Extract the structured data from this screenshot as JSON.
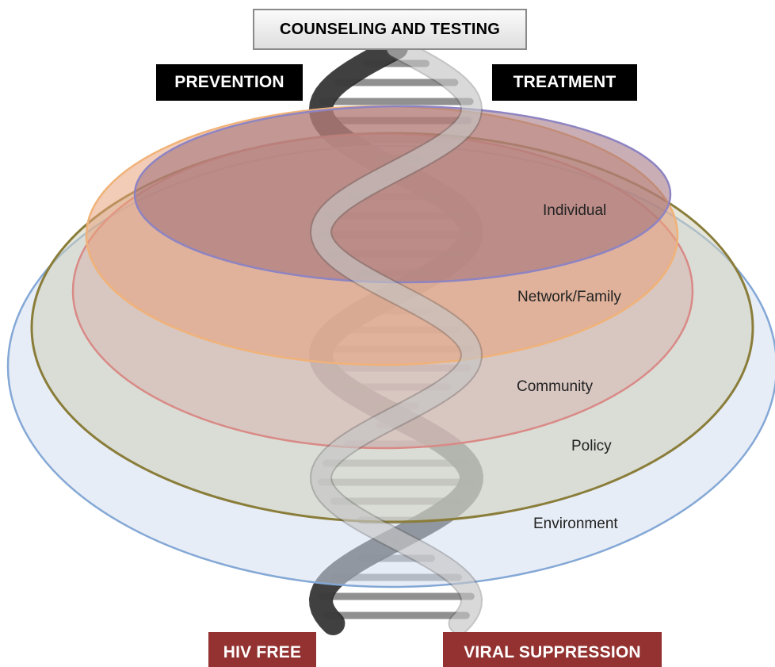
{
  "boxes": {
    "top": "COUNSELING AND TESTING",
    "left": "PREVENTION",
    "right": "TREATMENT",
    "bottom_left": "HIV FREE",
    "bottom_right": "VIRAL SUPPRESSION"
  },
  "layers": [
    {
      "label": "Individual",
      "fill": "#9c6e78",
      "stroke": "#8e84c2"
    },
    {
      "label": "Network/Family",
      "fill": "#e7a37c",
      "stroke": "#f0b278"
    },
    {
      "label": "Community",
      "fill": "#d7b2b0",
      "stroke": "#d98a86"
    },
    {
      "label": "Policy",
      "fill": "#cfd0bc",
      "stroke": "#8a7d3a"
    },
    {
      "label": "Environment",
      "fill": "#d3deee",
      "stroke": "#84a8d6"
    }
  ],
  "colors": {
    "top_box_border": "#8a8a8a",
    "dark_box": "#000000",
    "outcome_box": "#933230",
    "helix_dark": "#3f3f3f",
    "helix_light": "#f3f3f3"
  }
}
